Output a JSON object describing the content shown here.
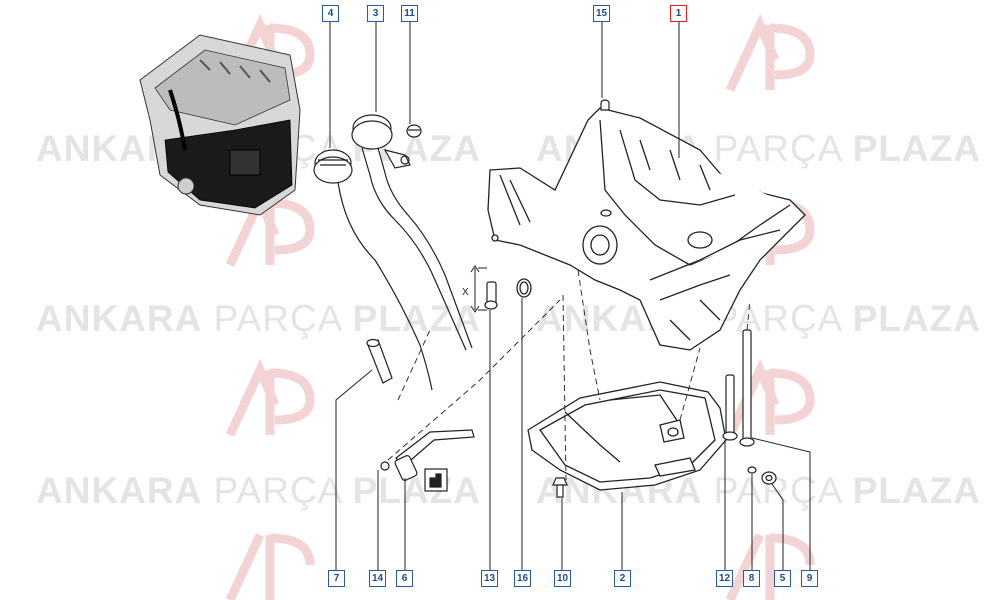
{
  "watermark": {
    "word1": "ANKARA",
    "word2": "PARÇA",
    "word3": "PLAZA",
    "logo_text": "AP"
  },
  "callouts": [
    {
      "id": "1",
      "active": true
    },
    {
      "id": "2"
    },
    {
      "id": "3"
    },
    {
      "id": "4"
    },
    {
      "id": "5"
    },
    {
      "id": "6"
    },
    {
      "id": "7"
    },
    {
      "id": "8"
    },
    {
      "id": "9"
    },
    {
      "id": "10"
    },
    {
      "id": "11"
    },
    {
      "id": "12"
    },
    {
      "id": "13"
    },
    {
      "id": "14"
    },
    {
      "id": "15"
    },
    {
      "id": "16"
    }
  ],
  "dimension_label": "X",
  "colors": {
    "callout_border": "#2a5aa0",
    "callout_active_border": "#dd2222",
    "line_art": "#222222",
    "watermark": "#e4e4e4"
  }
}
